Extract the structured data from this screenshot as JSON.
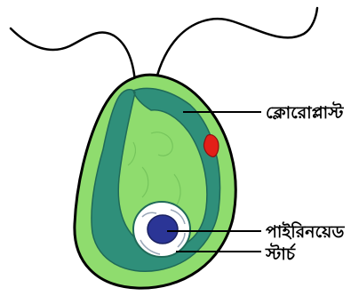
{
  "diagram": {
    "labels": {
      "chloroplast": "ক্লোরোপ্লাস্ট",
      "pyrenoid": "পাইরিনয়েড",
      "starch": "স্টার্চ"
    },
    "colors": {
      "background": "#ffffff",
      "outline": "#000000",
      "cytoplasm": "#8fdc6e",
      "chloroplast": "#2f8f7a",
      "eyespot": "#e32018",
      "starch": "#ffffff",
      "pyrenoid": "#2b3596",
      "flagella": "#000000"
    },
    "icons": {
      "cell": "chlamydomonas-cell",
      "eyespot": "red-eyespot",
      "pyrenoid": "pyrenoid-disc"
    }
  }
}
